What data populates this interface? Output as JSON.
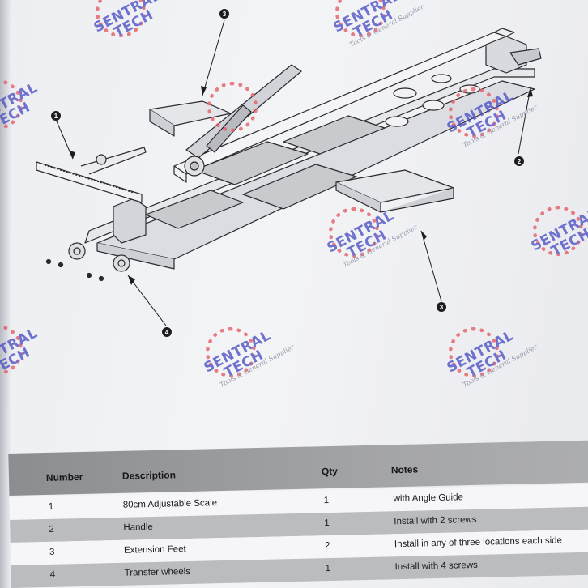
{
  "diagram": {
    "callouts": [
      {
        "id": "c1",
        "label": "1"
      },
      {
        "id": "c2",
        "label": "2"
      },
      {
        "id": "c3a",
        "label": "3"
      },
      {
        "id": "c3b",
        "label": "3"
      },
      {
        "id": "c4",
        "label": "4"
      }
    ]
  },
  "watermark": {
    "brand_line1": "SENTRAL",
    "brand_line2": "TECH",
    "tagline": "Tools & General Supplier"
  },
  "table": {
    "headers": {
      "number": "Number",
      "description": "Description",
      "qty": "Qty",
      "notes": "Notes"
    },
    "rows": [
      {
        "number": "1",
        "description": "80cm Adjustable Scale",
        "qty": "1",
        "notes": "with Angle Guide"
      },
      {
        "number": "2",
        "description": "Handle",
        "qty": "1",
        "notes": "Install with 2 screws"
      },
      {
        "number": "3",
        "description": "Extension Feet",
        "qty": "2",
        "notes": "Install in any of three locations each side"
      },
      {
        "number": "4",
        "description": "Transfer wheels",
        "qty": "1",
        "notes": "Install with 4 screws"
      }
    ]
  },
  "colors": {
    "watermark_blue": "#4b4fc4",
    "watermark_red": "#e55b63",
    "header_gray": "#9a9b9f",
    "alt_row_gray": "#bbbcc0"
  }
}
